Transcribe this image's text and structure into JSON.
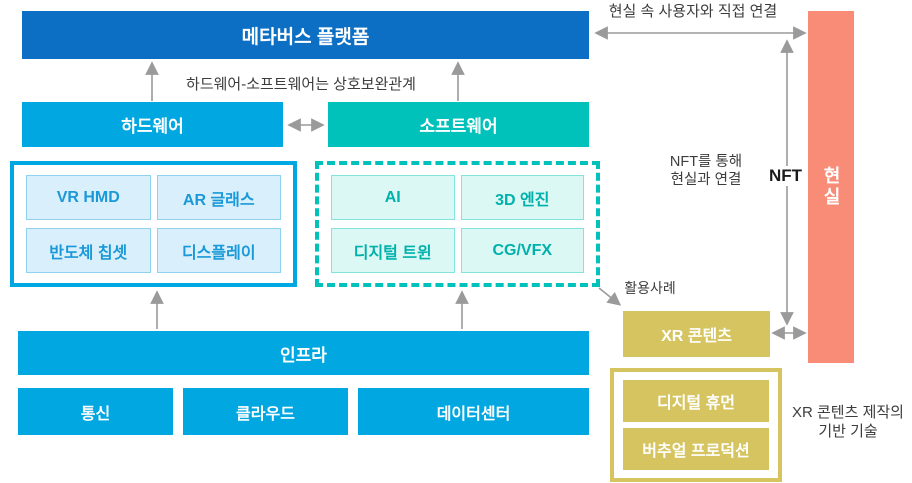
{
  "diagram": {
    "platform": {
      "label": "메타버스 플랫폼"
    },
    "complementary_note": "하드웨어-소프트웨어는 상호보완관계",
    "hardware": {
      "label": "하드웨어",
      "components": [
        "VR HMD",
        "AR 글래스",
        "반도체 칩셋",
        "디스플레이"
      ]
    },
    "software": {
      "label": "소프트웨어",
      "components": [
        "AI",
        "3D 엔진",
        "디지털 트윈",
        "CG/VFX"
      ]
    },
    "infra": {
      "label": "인프라",
      "components": [
        "통신",
        "클라우드",
        "데이터센터"
      ]
    },
    "reality": {
      "label": "현실",
      "connection_note": "현실 속 사용자와 직접 연결"
    },
    "nft": {
      "label": "NFT",
      "note_line1": "NFT를 통해",
      "note_line2": "현실과 연결"
    },
    "xr": {
      "label": "XR 콘텐츠",
      "usage_note": "활용사례",
      "basis_note_line1": "XR 콘텐츠 제작의",
      "basis_note_line2": "기반 기술",
      "technologies": [
        "디지털 휴먼",
        "버추얼 프로덕션"
      ]
    },
    "colors": {
      "platform_blue": "#0c6fc4",
      "bright_blue": "#00a7e0",
      "teal": "#00c2ba",
      "olive": "#d5c45f",
      "salmon": "#f98c77",
      "arrow_gray": "#9a9a9a",
      "note_text": "#3d3d3d"
    }
  }
}
